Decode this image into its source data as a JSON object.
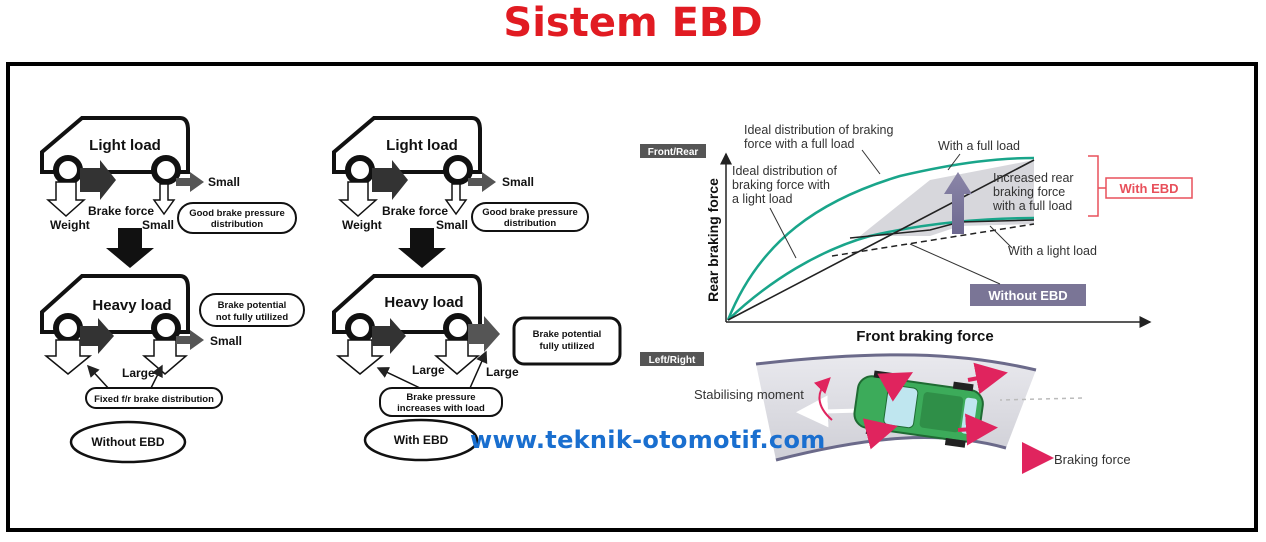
{
  "title": "Sistem EBD",
  "watermark": "www.teknik-otomotif.com",
  "colors": {
    "title": "#e11b22",
    "watermark": "#1a6fcf",
    "curve": "#19a58a",
    "with_ebd": "#e8505b",
    "without_ebd": "#7a7596",
    "car": "#3cab5a"
  },
  "left_panel": {
    "without": {
      "top": {
        "load": "Light load",
        "brake_force": "Brake force",
        "weight": "Weight",
        "small_front": "Small",
        "small_rear": "Small",
        "pressure_bold": "Good",
        "pressure_rest": "brake pressure",
        "pressure_line2": "distribution"
      },
      "bottom": {
        "load": "Heavy load",
        "potential_line1": "Brake potential",
        "potential_line2": "not fully utilized",
        "small": "Small",
        "large": "Large",
        "distribution": "Fixed f/r brake distribution"
      },
      "label": "Without EBD"
    },
    "with": {
      "top": {
        "load": "Light load",
        "brake_force": "Brake force",
        "weight": "Weight",
        "small_front": "Small",
        "small_rear": "Small",
        "pressure_bold": "Good",
        "pressure_rest": "brake pressure",
        "pressure_line2": "distribution"
      },
      "bottom": {
        "load": "Heavy load",
        "potential_line1": "Brake potential",
        "potential_line2": "fully utilized",
        "large_front": "Large",
        "large_rear": "Large",
        "pressure_line1": "Brake pressure",
        "pressure_line2": "increases with load"
      },
      "label": "With EBD"
    }
  },
  "graph": {
    "tag_front_rear": "Front/Rear",
    "ylabel": "Rear braking force",
    "xlabel": "Front braking force",
    "ideal_full_line1": "Ideal distribution of braking",
    "ideal_full_line2": "force with a full load",
    "ideal_light_line1": "Ideal distribution of",
    "ideal_light_line2": "braking force with",
    "ideal_light_line3": "a light load",
    "with_full_load": "With a full load",
    "increased_line1": "Increased rear",
    "increased_line2": "braking force",
    "increased_line3": "with a full load",
    "with_ebd_badge": "With EBD",
    "with_light_load": "With a light load",
    "without_ebd_badge": "Without EBD"
  },
  "turn": {
    "tag_left_right": "Left/Right",
    "stabilising": "Stabilising moment",
    "braking_force": "Braking force"
  }
}
